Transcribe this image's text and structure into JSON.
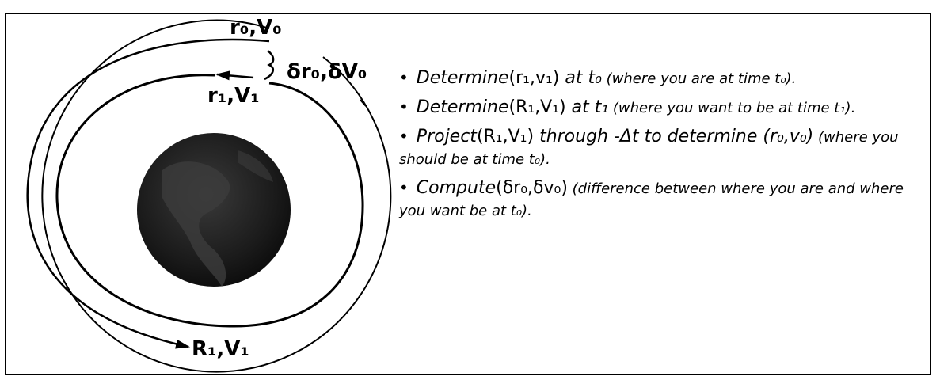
{
  "diagram": {
    "labels": {
      "initial_state": "r₀,V₀",
      "correction": "δr₀,δV₀",
      "current_state": "r₁,V₁",
      "target_state": "R₁,V₁"
    },
    "colors": {
      "earth": "#181818",
      "ink": "#000000"
    }
  },
  "notes": [
    {
      "verb": "Determine",
      "expr": "(r₁,v₁)",
      "rest": " at t₀",
      "sub": " (where you are at time t₀)."
    },
    {
      "verb": "Determine",
      "expr": "(R₁,V₁)",
      "rest": " at t₁",
      "sub": " (where you want to be at time t₁)."
    },
    {
      "verb": "Project",
      "expr": "(R₁,V₁)",
      "rest": " through -Δt to determine (r₀,v₀)",
      "sub": " (where you should be at time t₀)."
    },
    {
      "verb": "Compute",
      "expr": "(δr₀,δv₀)",
      "rest": "",
      "sub": " (difference between where you are and where you want be at t₀)."
    }
  ]
}
